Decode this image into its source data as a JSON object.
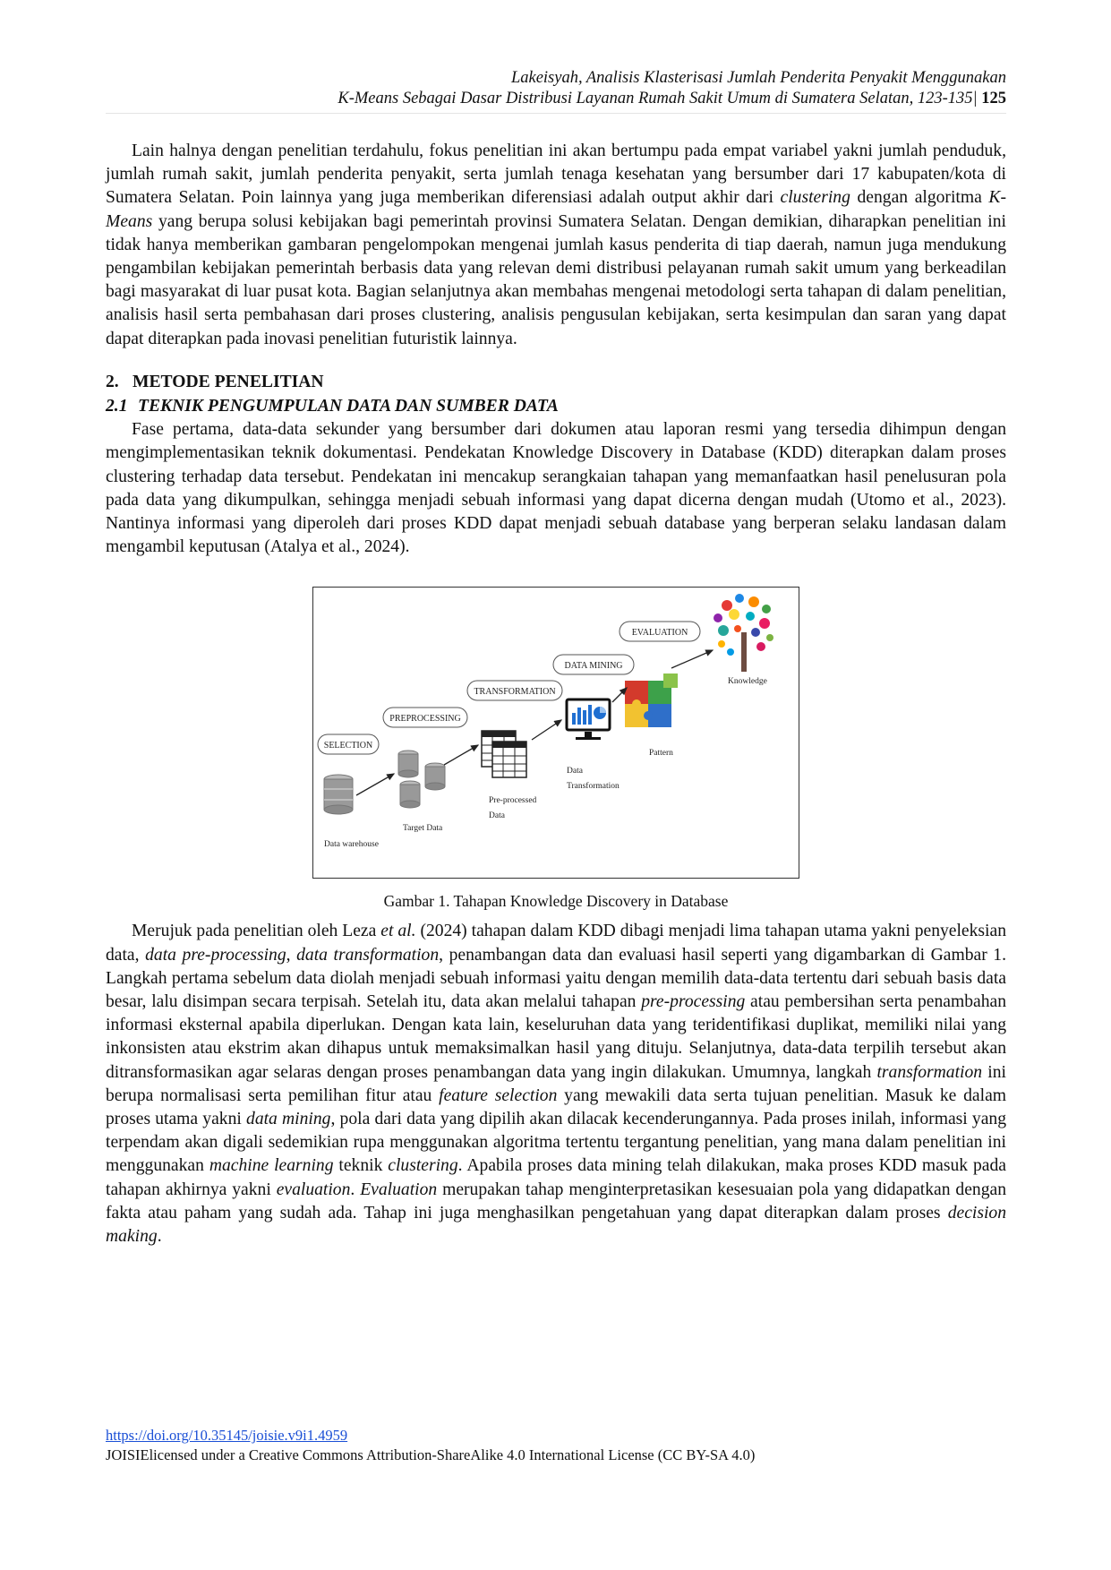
{
  "header": {
    "line1": "Lakeisyah, Analisis Klasterisasi Jumlah Penderita Penyakit Menggunakan",
    "line2": "K-Means Sebagai Dasar Distribusi Layanan Rumah Sakit Umum di Sumatera Selatan, 123-135|",
    "page_number": "125"
  },
  "intro": {
    "s1": "Lain halnya dengan penelitian terdahulu, fokus penelitian ini akan bertumpu pada empat variabel yakni jumlah penduduk, jumlah rumah sakit, jumlah penderita penyakit, serta jumlah tenaga kesehatan yang bersumber dari 17 kabupaten/kota di Sumatera Selatan. Poin lainnya yang juga memberikan diferensiasi adalah output akhir dari ",
    "i1": "clustering",
    "s2": " dengan algoritma ",
    "i2": "K-Means",
    "s3": " yang berupa solusi kebijakan bagi pemerintah provinsi Sumatera Selatan. Dengan demikian, diharapkan penelitian ini tidak hanya memberikan gambaran pengelompokan mengenai jumlah kasus penderita di tiap daerah, namun juga mendukung pengambilan kebijakan pemerintah berbasis data yang relevan demi distribusi pelayanan rumah sakit umum yang berkeadilan bagi masyarakat di luar pusat kota. Bagian selanjutnya akan membahas mengenai metodologi serta tahapan di dalam penelitian, analisis hasil serta pembahasan dari proses clustering, analisis pengusulan kebijakan, serta kesimpulan dan saran yang dapat dapat diterapkan pada inovasi penelitian futuristik lainnya."
  },
  "section2": {
    "number": "2.",
    "title": "METODE PENELITIAN"
  },
  "section21": {
    "number": "2.1",
    "title": "TEKNIK PENGUMPULAN DATA DAN SUMBER DATA"
  },
  "para2": "Fase pertama, data-data sekunder yang bersumber dari dokumen atau laporan resmi yang tersedia dihimpun dengan mengimplementasikan teknik dokumentasi. Pendekatan Knowledge Discovery in Database (KDD) diterapkan dalam proses clustering terhadap data tersebut. Pendekatan ini mencakup serangkaian tahapan yang memanfaatkan hasil penelusuran pola pada data yang dikumpulkan, sehingga menjadi sebuah informasi yang dapat dicerna dengan mudah (Utomo et al., 2023).  Nantinya informasi yang diperoleh dari proses KDD dapat menjadi sebuah database yang berperan selaku landasan dalam mengambil keputusan (Atalya et al., 2024).",
  "figure": {
    "stages": [
      "SELECTION",
      "PREPROCESSING",
      "TRANSFORMATION",
      "DATA MINING",
      "EVALUATION"
    ],
    "labels": {
      "warehouse": "Data warehouse",
      "target": "Target Data",
      "preprocessed_1": "Pre-processed",
      "preprocessed_2": "Data",
      "transformation_1": "Data",
      "transformation_2": "Transformation",
      "pattern": "Pattern",
      "knowledge": "Knowledge"
    },
    "caption": "Gambar 1. Tahapan Knowledge Discovery in Database"
  },
  "para3": {
    "t1": "Merujuk pada penelitian oleh Leza ",
    "i1": "et al.",
    "t2": " (2024) tahapan dalam KDD dibagi menjadi lima tahapan utama yakni penyeleksian data, ",
    "i2": "data pre-processing",
    "t3": ", ",
    "i3": "data transformation",
    "t4": ", penambangan data dan evaluasi hasil seperti yang digambarkan di Gambar 1. Langkah pertama sebelum data diolah menjadi sebuah informasi yaitu dengan memilih data-data tertentu dari sebuah basis data besar, lalu disimpan secara terpisah. Setelah itu, data akan melalui tahapan ",
    "i4": "pre-processing",
    "t5": " atau pembersihan serta penambahan informasi eksternal apabila diperlukan. Dengan kata lain, keseluruhan data yang teridentifikasi duplikat, memiliki nilai yang inkonsisten atau ekstrim akan dihapus untuk memaksimalkan hasil yang dituju. Selanjutnya, data-data terpilih tersebut akan ditransformasikan agar selaras dengan proses penambangan data yang ingin dilakukan. Umumnya, langkah ",
    "i5": "transformation",
    "t6": " ini berupa normalisasi serta pemilihan fitur atau ",
    "i6": "feature selection",
    "t7": " yang mewakili data serta tujuan penelitian. Masuk ke dalam proses utama yakni ",
    "i7": "data mining",
    "t8": ", pola dari data yang dipilih akan dilacak kecenderungannya. Pada proses inilah, informasi yang terpendam akan digali sedemikian rupa menggunakan algoritma tertentu tergantung penelitian, yang mana dalam penelitian ini menggunakan ",
    "i8": "machine learning",
    "t9": " teknik ",
    "i9": "clustering",
    "t10": ". Apabila proses data mining telah dilakukan, maka proses KDD masuk pada tahapan akhirnya yakni ",
    "i10": "evaluation",
    "t11": ". ",
    "i11": "Evaluation",
    "t12": " merupakan tahap menginterpretasikan kesesuaian pola yang didapatkan dengan fakta atau paham yang sudah ada. Tahap ini juga menghasilkan pengetahuan yang dapat diterapkan dalam proses ",
    "i12": "decision making",
    "t13": "."
  },
  "footer": {
    "doi": "https://doi.org/10.35145/joisie.v9i1.4959",
    "license": "JOISIElicensed under a Creative Commons Attribution-ShareAlike 4.0 International License (CC BY-SA 4.0)"
  }
}
